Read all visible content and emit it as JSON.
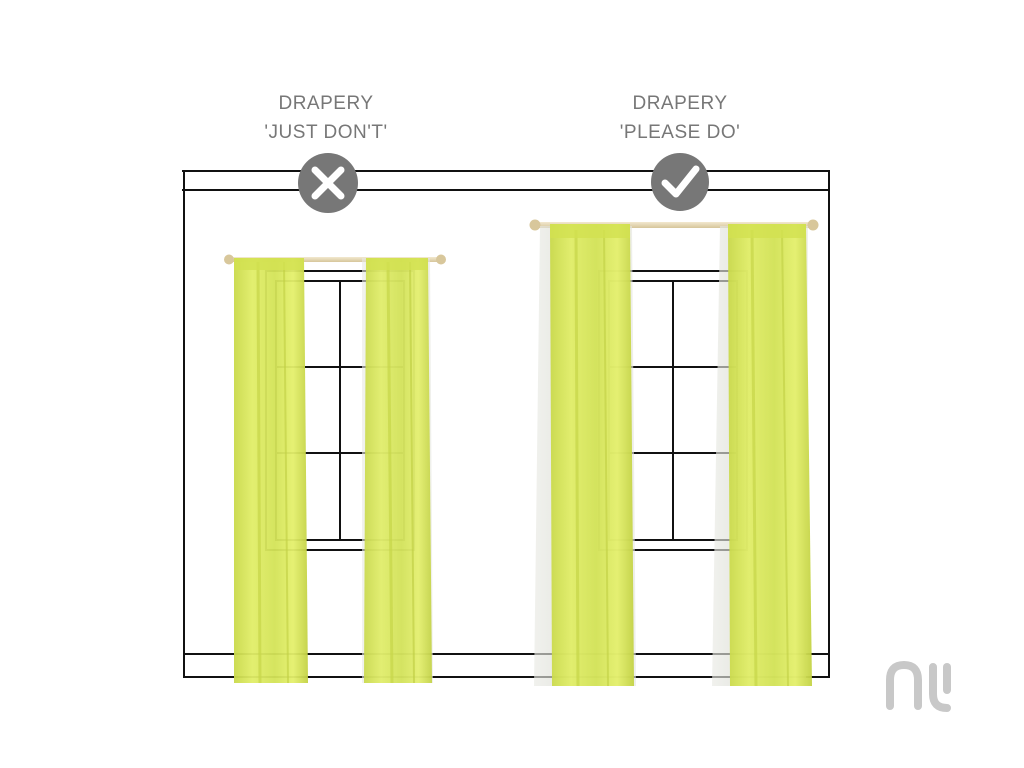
{
  "diagram": {
    "left_panel": {
      "heading": "DRAPERY",
      "verdict": "'JUST DON'T'",
      "badge_icon": "x-mark-icon"
    },
    "right_panel": {
      "heading": "DRAPERY",
      "verdict": "'PLEASE DO'",
      "badge_icon": "check-mark-icon"
    },
    "colors": {
      "curtain_fill": "#d9e85a",
      "curtain_shade": "#b8c83c",
      "curtain_sheer": "#cfd1c6",
      "rod": "#e6d7b2",
      "rod_finial": "#d8c79b",
      "wall_line": "#111111",
      "badge": "#777777",
      "label_text": "#777777",
      "logo": "#c8c8c8"
    },
    "logo_icon": "brand-logo-icon"
  }
}
